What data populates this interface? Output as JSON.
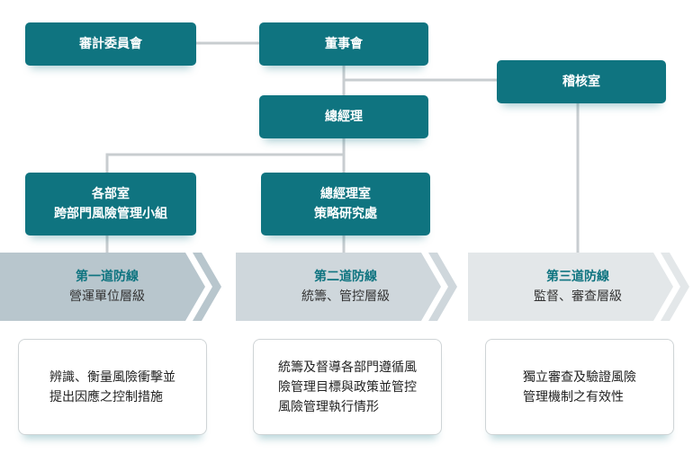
{
  "nodes": {
    "audit_committee": "審計委員會",
    "board": "董事會",
    "audit_office": "稽核室",
    "president": "總經理",
    "departments": [
      "各部室",
      "跨部門風險管理小組"
    ],
    "president_office": [
      "總經理室",
      "策略研究處"
    ]
  },
  "lines": [
    {
      "title": "第一道防線",
      "subtitle": "營運單位層級"
    },
    {
      "title": "第二道防線",
      "subtitle": "統籌、管控層級"
    },
    {
      "title": "第三道防線",
      "subtitle": "監督、審查層級"
    }
  ],
  "cards": [
    [
      "辨識、衡量風險衝擊並",
      "提出因應之控制措施"
    ],
    [
      "統籌及督導各部門遵循風",
      "險管理目標與政策並管控",
      "風險管理執行情形"
    ],
    [
      "獨立審查及驗證風險",
      "管理機制之有效性"
    ]
  ],
  "colors": {
    "node": "#0f7480",
    "band_1": "#b8c6cd",
    "band_2": "#cfd7dc",
    "band_3": "#e3e7e9",
    "connector": "#c8cdd0"
  }
}
